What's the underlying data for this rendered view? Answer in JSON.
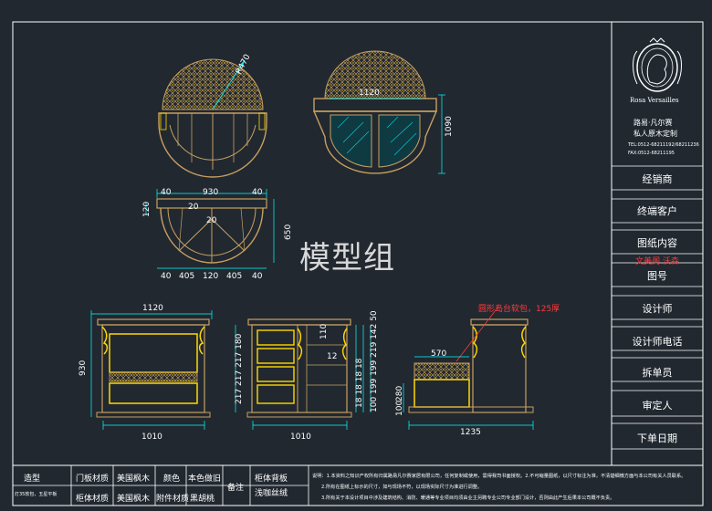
{
  "watermark": "模型组",
  "colors": {
    "background": "#212830",
    "frame": "#ffffff",
    "wood": "#c8a060",
    "gold": "#ffd700",
    "dim": "#00ffff",
    "glass": "#00cccc",
    "red": "#ff3a3a",
    "dimtext": "#ffffff"
  },
  "dimensions": {
    "r470": "R470",
    "w1120_top": "1120",
    "h1090": "1090",
    "plan_40a": "40",
    "plan_930": "930",
    "plan_40b": "40",
    "plan_120": "120",
    "plan_20a": "20",
    "plan_20b": "20",
    "plan_650": "650",
    "plan_b40a": "40",
    "plan_405a": "405",
    "plan_b120": "120",
    "plan_405b": "405",
    "plan_b40b": "40",
    "front_1120": "1120",
    "front_930": "930",
    "front_1010": "1010",
    "side_1010": "1010",
    "side_110": "110",
    "side_12": "12",
    "side_col1": "217 217 217 180",
    "side_col2": "18 18 18 18",
    "side_col3": "100 199 199 219 142 50",
    "right_570": "570",
    "right_280": "280",
    "right_100": "100",
    "right_1235": "1235",
    "right_note": "圆形岛台软包，125厚"
  },
  "title_block": {
    "brand": "Rosa Versailles",
    "company_line1": "路易·凡尔赛",
    "company_line2": "私人原木定制",
    "tel": "TEL:0512-68211192/68211236",
    "fax": "FAX:0512-68211195",
    "rows": [
      "经销商",
      "终端客户",
      "图纸内容",
      "文美阁 沃森",
      "图号",
      "设计师",
      "设计师电话",
      "拆单员",
      "审定人",
      "下单日期"
    ]
  },
  "bottom_table": {
    "c1_head": "造型",
    "c1_sub": "灯35软包，五星平板",
    "door_material_label": "门板材质",
    "door_material_value": "美国枫木",
    "color_label": "颜色",
    "color_value": "本色做旧",
    "body_material_label": "柜体材质",
    "body_material_value": "美国枫木",
    "hardware_label": "附件材质",
    "hardware_value": "黑胡桃",
    "remarks_label": "备注",
    "back_label": "柜体背板",
    "back_value": "浅咖丝绒",
    "notes": [
      "说明：1.本资料之知识产权所有归属路易凡尔赛家居有限公司，任何复制或使用，需得我司书面授权。2.不可缩量图纸，以尺寸标注为准，不清楚细微方面与本公司有关人员联系。",
      "2.所有在图纸上标示的尺寸，如与现场不符，以现场实际尺寸为准进行调整。",
      "3.所有关于本设计项目中涉及建筑结构、消防、暖通等专业项目均须由业主另聘专业公司专业部门设计，否则由此产生后果本公司概不负责。"
    ]
  }
}
